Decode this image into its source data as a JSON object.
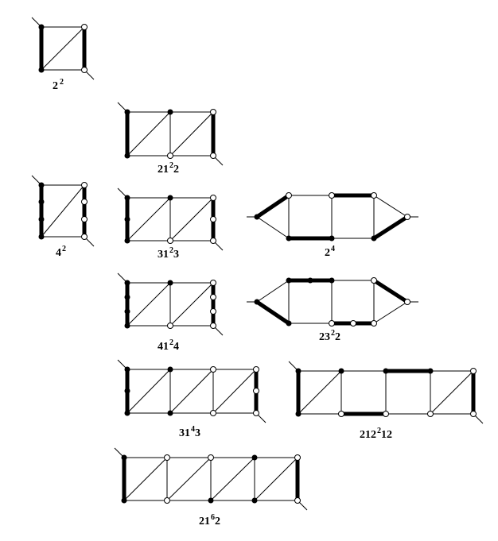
{
  "figure": {
    "labels": {
      "g1": {
        "base": "2",
        "sup": "2",
        "rest": ""
      },
      "g2": {
        "base": "21",
        "sup": "2",
        "rest": "2"
      },
      "g3": {
        "base": "4",
        "sup": "2",
        "rest": ""
      },
      "g4": {
        "base": "31",
        "sup": "2",
        "rest": "3"
      },
      "g5": {
        "base": "2",
        "sup": "4",
        "rest": ""
      },
      "g6": {
        "base": "41",
        "sup": "2",
        "rest": "4"
      },
      "g7": {
        "base": "23",
        "sup": "2",
        "rest": "2"
      },
      "g8": {
        "base": "31",
        "sup": "4",
        "rest": "3"
      },
      "g9": {
        "base": "212",
        "sup": "2",
        "rest": "12"
      },
      "g10": {
        "base": "21",
        "sup": "6",
        "rest": "2"
      }
    }
  }
}
